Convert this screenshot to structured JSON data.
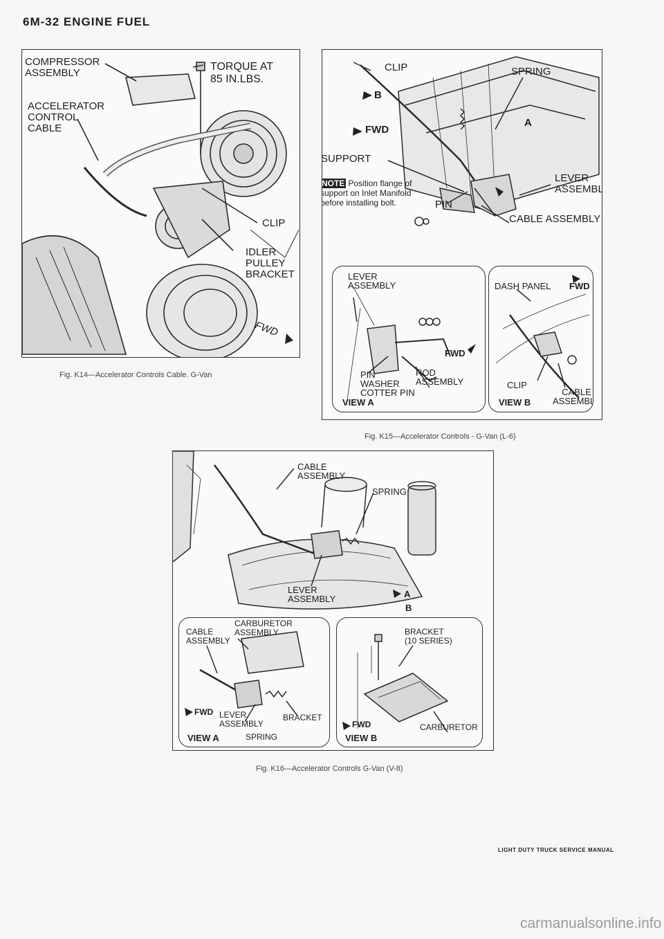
{
  "header": {
    "title": "6M-32 ENGINE FUEL"
  },
  "fig_k14": {
    "caption": "Fig. K14—Accelerator Controls Cable. G-Van",
    "labels": {
      "compressor": "COMPRESSOR\nASSEMBLY",
      "torque": "TORQUE AT\n85 IN.LBS.",
      "accel_cable": "ACCELERATOR\nCONTROL\nCABLE",
      "clip": "CLIP",
      "idler": "IDLER\nPULLEY\nBRACKET",
      "fwd": "FWD"
    }
  },
  "fig_k15": {
    "caption": "Fig. K15—Accelerator Controls - G-Van (L-6)",
    "labels": {
      "clip": "CLIP",
      "b": "B",
      "spring": "SPRING",
      "fwd": "FWD",
      "a": "A",
      "support": "SUPPORT",
      "lever": "LEVER\nASSEMBLY",
      "pin": "PIN",
      "cable_assy": "CABLE ASSEMBLY"
    },
    "note": {
      "tag": "NOTE",
      "text": "Position flange of support on Inlet Manifold before installing bolt."
    },
    "view_a": {
      "title": "VIEW A",
      "lever": "LEVER\nASSEMBLY",
      "fwd": "FWD",
      "pin": "PIN",
      "washer": "WASHER",
      "cotter": "COTTER PIN",
      "rod": "ROD\nASSEMBLY"
    },
    "view_b": {
      "title": "VIEW B",
      "dash": "DASH PANEL",
      "fwd": "FWD",
      "clip": "CLIP",
      "cable": "CABLE\nASSEMBLY"
    }
  },
  "fig_k16": {
    "caption": "Fig. K16—Accelerator Controls G-Van (V-8)",
    "labels": {
      "cable": "CABLE\nASSEMBLY",
      "spring": "SPRING",
      "lever": "LEVER\nASSEMBLY",
      "a": "A",
      "b": "B"
    },
    "view_a": {
      "title": "VIEW A",
      "cable": "CABLE\nASSEMBLY",
      "carb": "CARBURETOR\nASSEMBLY",
      "fwd": "FWD",
      "lever": "LEVER\nASSEMBLY",
      "bracket": "BRACKET",
      "spring": "SPRING"
    },
    "view_b": {
      "title": "VIEW B",
      "bracket": "BRACKET\n(10 SERIES)",
      "fwd": "FWD",
      "carb": "CARBURETOR"
    }
  },
  "footer": {
    "manual": "LIGHT DUTY TRUCK SERVICE MANUAL",
    "watermark": "carmanualsonline.info"
  }
}
